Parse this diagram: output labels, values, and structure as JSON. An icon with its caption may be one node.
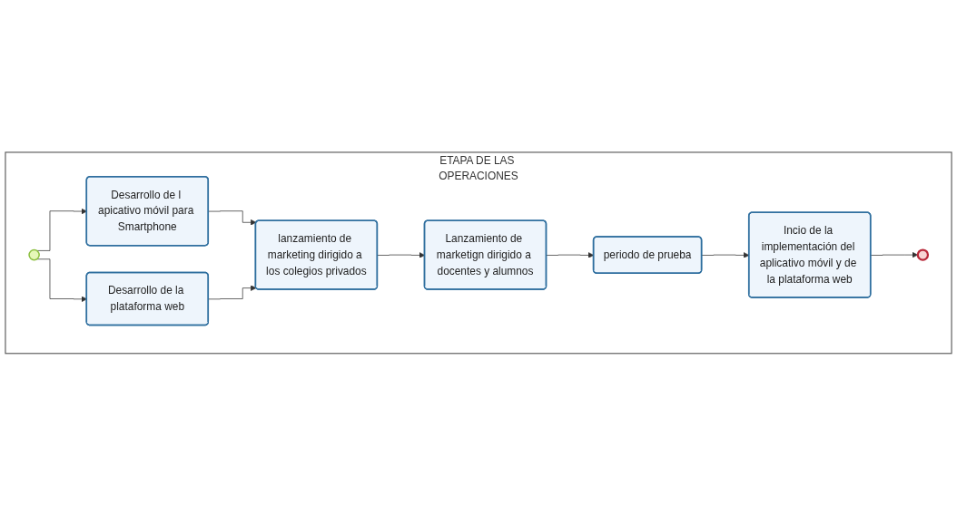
{
  "diagram": {
    "nodes": [
      {
        "text": [
          "ETAPA DE LAS OPERACIONES"
        ]
      },
      {
        "text": [],
        "shape": "circle",
        "in": 0
      },
      {
        "text": [
          "Desarrollo de l apicativo móvil para Smartphone"
        ],
        "in": 0
      },
      {
        "text": [
          "Desarrollo de la plataforma web"
        ],
        "in": 0
      },
      {
        "text": [
          "lanzamiento de marketing dirigido a los colegios privados"
        ],
        "in": 0
      },
      {
        "text": [
          "Lanzamiento de marketign dirigido a docentes y alumnos"
        ],
        "in": 0
      },
      {
        "text": [
          "periodo de prueba"
        ],
        "in": 0
      },
      {
        "text": [
          "Incio de la implementación del aplicativo móvil y de la plataforma web"
        ],
        "in": 0
      },
      {
        "text": [],
        "shape": "circle",
        "in": 0
      }
    ],
    "edges": [
      {
        "from": 1,
        "to": 2,
        "arrow": "to"
      },
      {
        "from": 1,
        "to": 3,
        "arrow": "to"
      },
      {
        "from": 2,
        "to": 4,
        "arrow": "to"
      },
      {
        "from": 3,
        "to": 4,
        "arrow": "to"
      },
      {
        "from": 4,
        "to": 5,
        "arrow": "to"
      },
      {
        "from": 5,
        "to": 6,
        "arrow": "to"
      },
      {
        "from": 6,
        "to": 7,
        "arrow": "to"
      },
      {
        "from": 7,
        "to": 8,
        "arrow": "to"
      }
    ]
  }
}
